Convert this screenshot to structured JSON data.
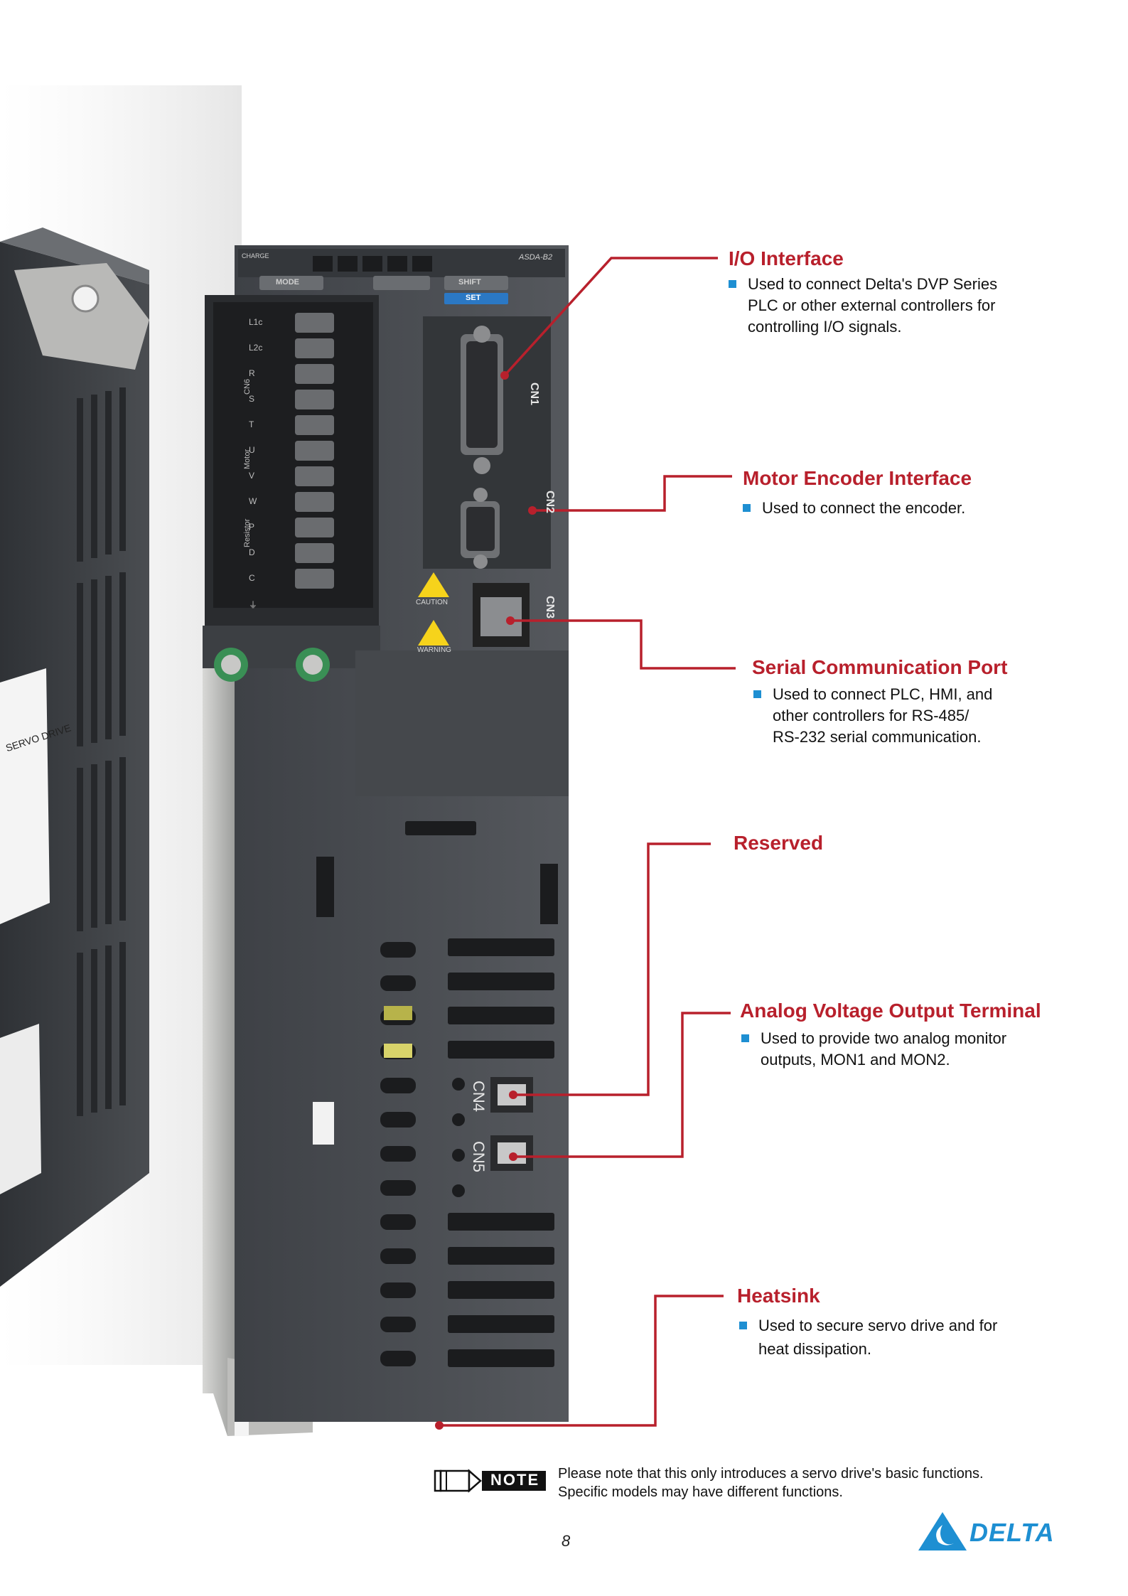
{
  "callouts": [
    {
      "title": "I/O Interface",
      "lines": [
        "Used to connect Delta's DVP Series",
        "PLC or other external controllers for",
        "controlling I/O signals."
      ]
    },
    {
      "title": "Motor Encoder Interface",
      "lines": [
        "Used to connect the encoder."
      ]
    },
    {
      "title": "Serial Communication Port",
      "lines": [
        "Used to connect PLC, HMI, and",
        "other controllers for RS-485/",
        "RS-232 serial communication."
      ]
    },
    {
      "title": "Reserved",
      "lines": []
    },
    {
      "title": "Analog Voltage Output Terminal",
      "lines": [
        "Used to provide two analog monitor",
        "outputs, MON1 and MON2."
      ]
    },
    {
      "title": "Heatsink",
      "lines": [
        "Used to secure servo drive and for",
        "heat dissipation."
      ]
    }
  ],
  "device_labels": {
    "cn1": "CN1",
    "cn2": "CN2",
    "cn3": "CN3",
    "cn4": "CN4",
    "cn5": "CN5",
    "caution": "CAUTION",
    "warning": "WARNING",
    "mode_key": "MODE",
    "shift_key": "SHIFT",
    "set_key": "SET",
    "charge": "CHARGE",
    "model": "ASDA-B2",
    "side_label": "SERVO DRIVE",
    "terminals": [
      "L1c",
      "L2c",
      "R",
      "S",
      "T",
      "U",
      "V",
      "W",
      "P",
      "D",
      "C",
      "⏚"
    ],
    "terminal_group_labels": [
      "CN6",
      "Motor",
      "Resistor"
    ]
  },
  "note": {
    "badge": "NOTE",
    "line1": "Please note that this only introduces a servo drive's basic functions.",
    "line2": "Specific models may have different functions."
  },
  "page_number": "8",
  "brand": {
    "logo_text": "DELTA",
    "color": "#1e8fd2"
  },
  "colors": {
    "accent_red": "#b8202c",
    "bullet_blue": "#1e8fd2",
    "device_body": "#4b4e53"
  }
}
